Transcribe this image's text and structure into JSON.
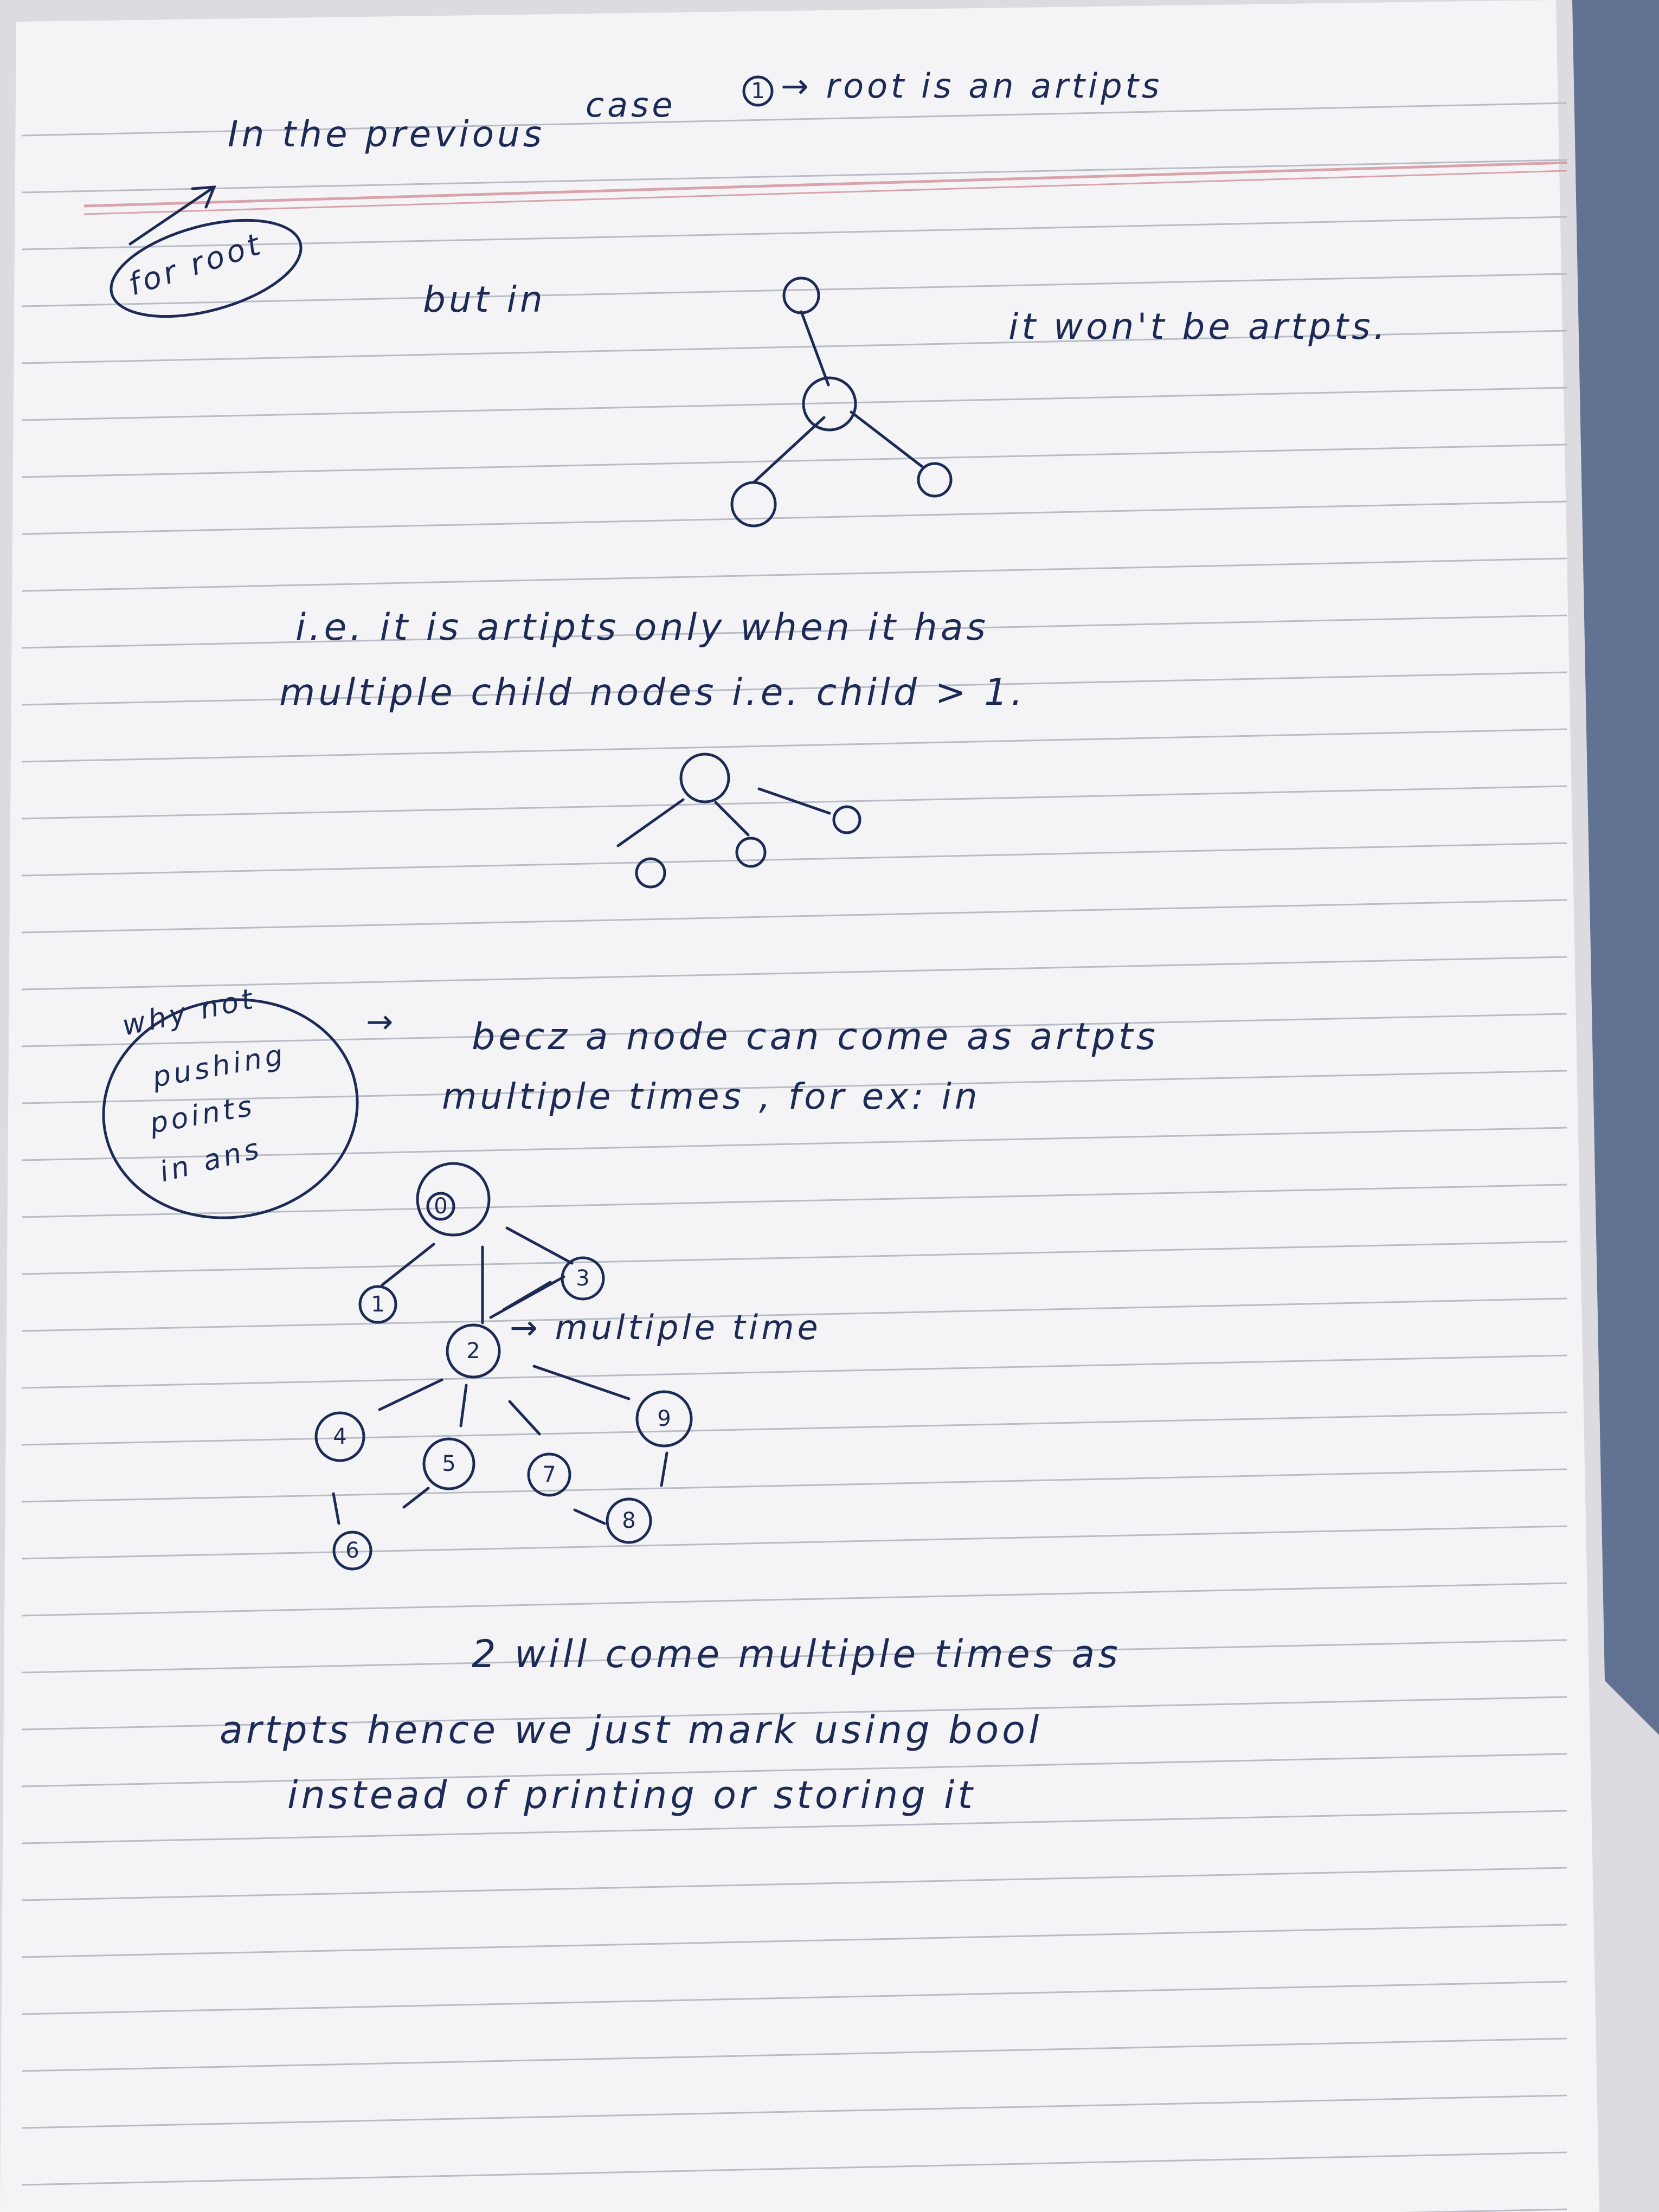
{
  "notes": {
    "line1_left": "In the previous",
    "line1_mid": "case",
    "marker": "1",
    "line1_right": "→ root is an artipts",
    "side_root": "for root",
    "but_in": "but in",
    "wont_be": "it won't be artpts.",
    "ie_line1": "i.e. it is artipts only when it has",
    "ie_line2": "multiple child nodes i.e. child > 1.",
    "side_why": [
      "why not",
      "pushing",
      "points",
      "in ans"
    ],
    "arrow": "→",
    "becz_line1": "becz a node can come as artpts",
    "becz_line2": "multiple times , for ex: in",
    "multiple_time": "→ multiple time",
    "concl1": "2 will come multiple times as",
    "concl2": "artpts hence we just mark using bool",
    "concl3": "instead of printing or storing it"
  },
  "example_graph": {
    "nodes": [
      "0",
      "1",
      "2",
      "3",
      "4",
      "5",
      "6",
      "7",
      "8",
      "9"
    ],
    "edges": [
      [
        "0",
        "1"
      ],
      [
        "0",
        "2"
      ],
      [
        "0",
        "3"
      ],
      [
        "2",
        "3"
      ],
      [
        "2",
        "4"
      ],
      [
        "2",
        "5"
      ],
      [
        "2",
        "7"
      ],
      [
        "2",
        "9"
      ],
      [
        "5",
        "6"
      ],
      [
        "9",
        "8"
      ]
    ]
  },
  "colors": {
    "ink": "#1c2a55",
    "paper": "#f4f4f6",
    "ruled_line": "#b9bcc6",
    "margin_line": "#d9a3ab"
  }
}
